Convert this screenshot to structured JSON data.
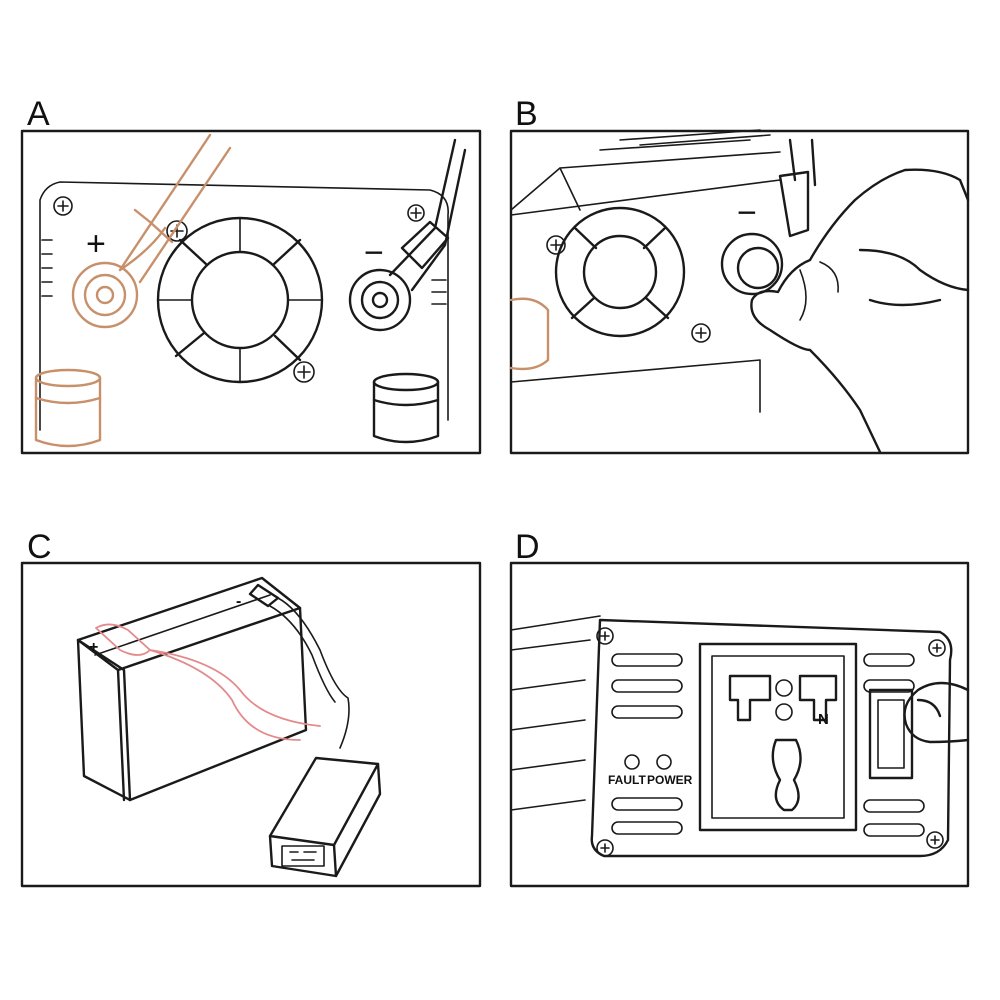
{
  "panels": {
    "a": {
      "letter": "A",
      "plus": "+",
      "minus": "−"
    },
    "b": {
      "letter": "B",
      "minus": "−"
    },
    "c": {
      "letter": "C",
      "plus": "+",
      "minus": "-"
    },
    "d": {
      "letter": "D",
      "fault": "FAULT",
      "power": "POWER",
      "n": "N"
    }
  },
  "colors": {
    "line": "#1a1a1a",
    "copper": "#c8906a",
    "red_wire": "#e48a8a"
  }
}
